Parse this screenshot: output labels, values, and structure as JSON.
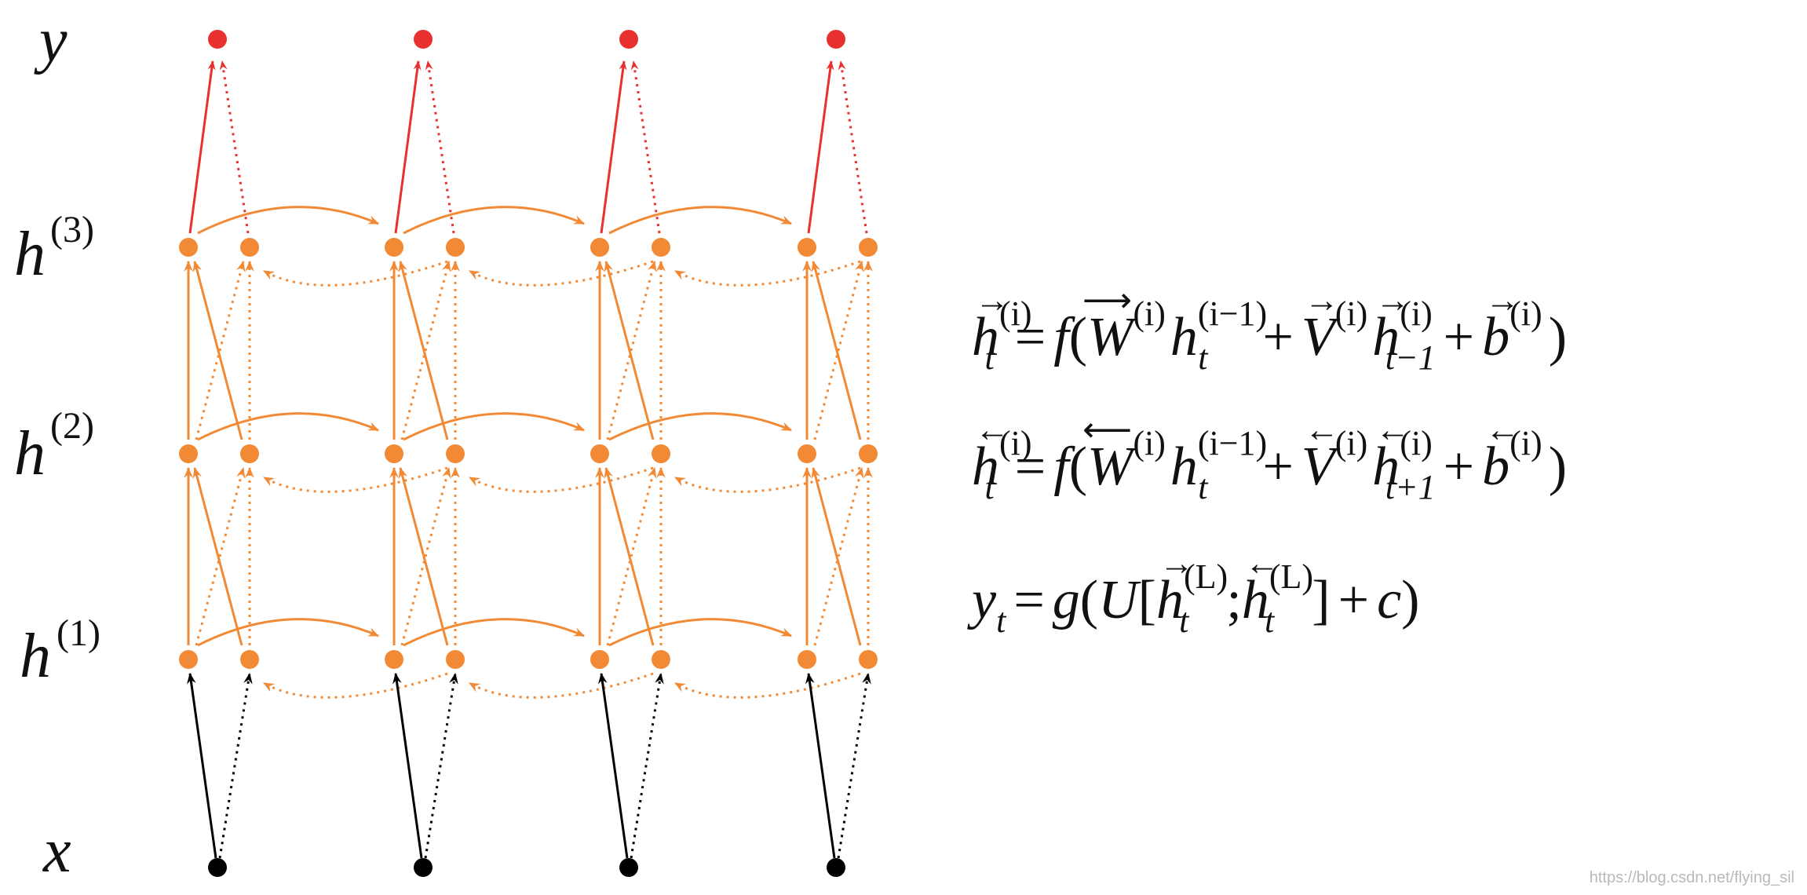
{
  "labels": {
    "y": "y",
    "h3_base": "h",
    "h3_sup": "(3)",
    "h2_base": "h",
    "h2_sup": "(2)",
    "h1_base": "h",
    "h1_sup": "(1)",
    "x": "x"
  },
  "colors": {
    "output": "#e8312f",
    "hidden": "#f28a35",
    "input": "#000000"
  },
  "equations": {
    "eq1": {
      "h": "h",
      "t": "t",
      "i": "(i)",
      "eq": "=",
      "f": "f",
      "lp": "(",
      "W": "W",
      "h2": "h",
      "im1": "(i−1)",
      "plus1": "+",
      "V": "V",
      "h3": "h",
      "tm1": "t−1",
      "plus2": "+",
      "b": "b",
      "rp": ")"
    },
    "eq2": {
      "h": "h",
      "t": "t",
      "i": "(i)",
      "eq": "=",
      "f": "f",
      "lp": "(",
      "W": "W",
      "h2": "h",
      "im1": "(i−1)",
      "plus1": "+",
      "V": "V",
      "h3": "h",
      "tp1": "t+1",
      "plus2": "+",
      "b": "b",
      "rp": ")"
    },
    "eq3": {
      "y": "y",
      "t": "t",
      "eq": "=",
      "g": "g",
      "lp": "(",
      "U": "U",
      "lb": "[",
      "h": "h",
      "L": "(L)",
      "semi": ";",
      "rb": "]",
      "plus": "+",
      "c": "c",
      "rp": ")"
    }
  },
  "watermark": "https://blog.csdn.net/flying_sil"
}
